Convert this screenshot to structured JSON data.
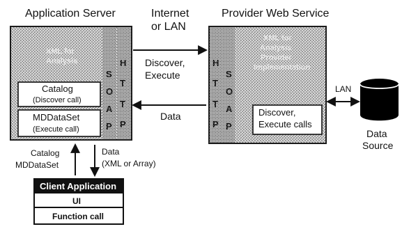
{
  "headings": {
    "application_server": "Application Server",
    "internet_or_lan": [
      "Internet",
      "or LAN"
    ],
    "provider_web_service": "Provider Web Service"
  },
  "application_server": {
    "faint_title": [
      "XML for",
      "Analysis"
    ],
    "catalog_box": {
      "title": "Catalog",
      "subtitle": "(Discover call)"
    },
    "mddataset_box": {
      "title": "MDDataSet",
      "subtitle": "(Execute call)"
    },
    "soap_column": [
      "S",
      "O",
      "A",
      "P"
    ],
    "http_column": [
      "H",
      "T",
      "T",
      "P"
    ]
  },
  "provider_web_service": {
    "faint_title": [
      "XML for",
      "Analysis",
      "Provider",
      "Implementation"
    ],
    "http_column": [
      "H",
      "T",
      "T",
      "P"
    ],
    "soap_column": [
      "S",
      "O",
      "A",
      "P"
    ],
    "calls_box": [
      "Discover,",
      "Execute calls"
    ]
  },
  "flows": {
    "request": [
      "Discover,",
      "Execute"
    ],
    "response": "Data",
    "lan": "LAN",
    "catalog_mddataset": [
      "Catalog",
      "MDDataSet"
    ],
    "data_xml_array": [
      "Data",
      "(XML or Array)"
    ]
  },
  "data_source": [
    "Data",
    "Source"
  ],
  "client_application": {
    "title": "Client Application",
    "ui": "UI",
    "function_call": "Function call"
  },
  "colors": {
    "stipple_light": "#d7d7d7",
    "stipple_dark": "#505050",
    "box_border": "#111111",
    "client_header": "#111111"
  }
}
